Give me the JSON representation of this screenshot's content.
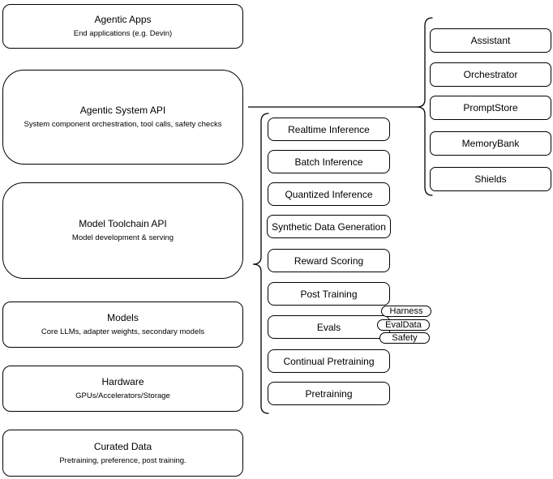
{
  "diagram": {
    "left_stack": [
      {
        "title": "Agentic Apps",
        "subtitle": "End applications (e.g. Devin)"
      },
      {
        "title": "Agentic System API",
        "subtitle": "System component orchestration, tool calls, safety checks"
      },
      {
        "title": "Model Toolchain API",
        "subtitle": "Model development & serving"
      },
      {
        "title": "Models",
        "subtitle": "Core LLMs, adapter weights, secondary models"
      },
      {
        "title": "Hardware",
        "subtitle": "GPUs/Accelerators/Storage"
      },
      {
        "title": "Curated Data",
        "subtitle": "Pretraining, preference, post training."
      }
    ],
    "toolchain_items": [
      "Realtime Inference",
      "Batch Inference",
      "Quantized Inference",
      "Synthetic Data Generation",
      "Reward Scoring",
      "Post Training",
      "Evals",
      "Continual Pretraining",
      "Pretraining"
    ],
    "evals_tags": [
      "Harness",
      "EvalData",
      "Safety"
    ],
    "system_components": [
      "Assistant",
      "Orchestrator",
      "PromptStore",
      "MemoryBank",
      "Shields"
    ],
    "colors": {
      "stroke": "#000000",
      "background": "#ffffff",
      "text": "#000000"
    }
  }
}
